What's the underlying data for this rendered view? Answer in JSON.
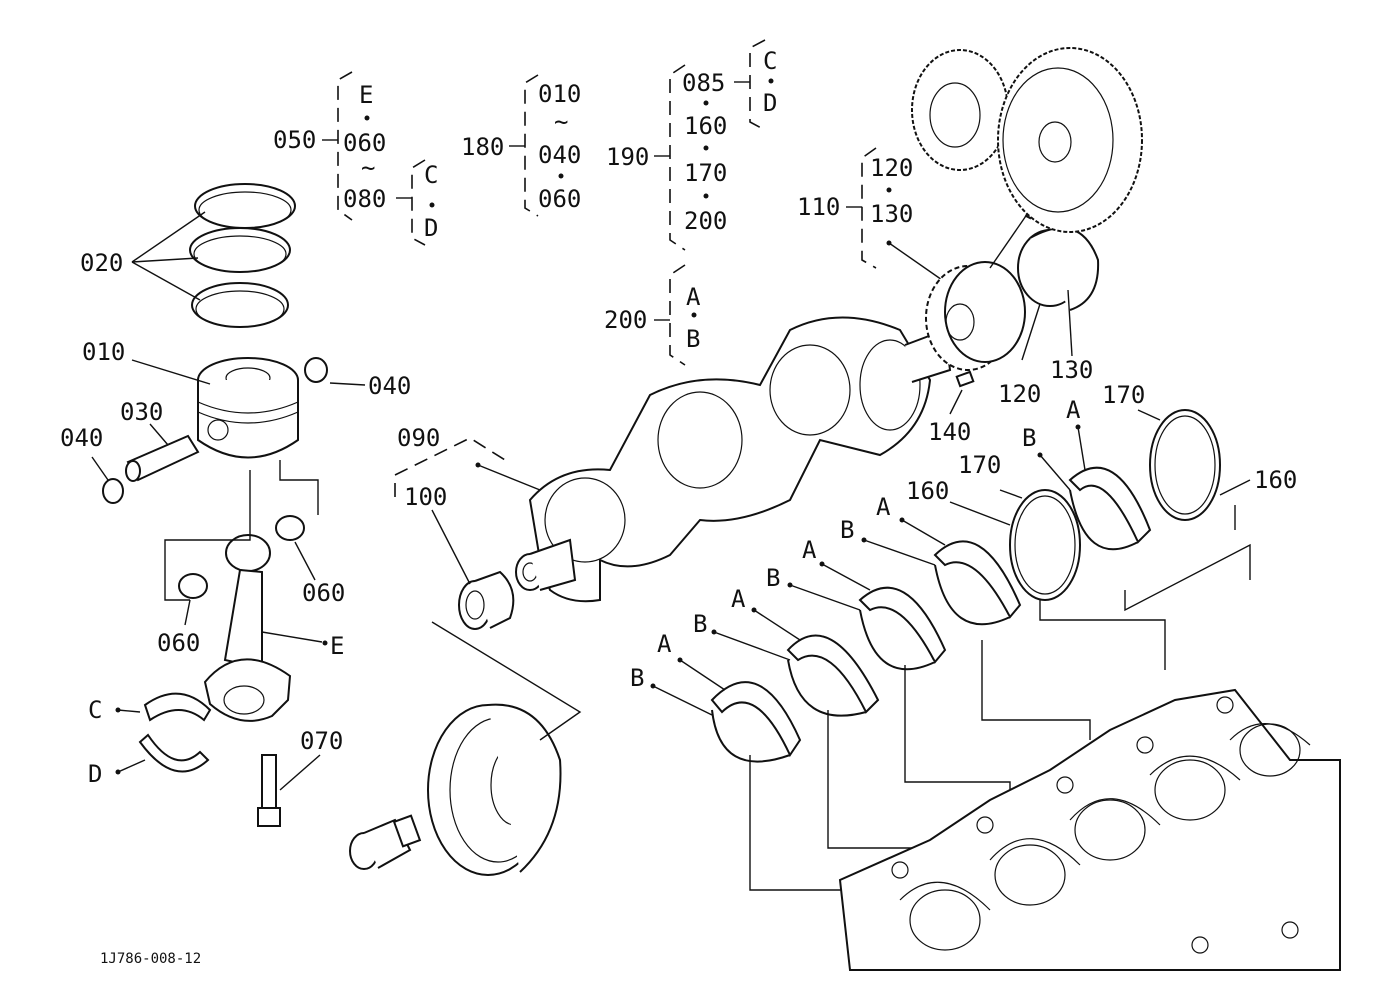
{
  "labels": {
    "l020": "020",
    "l010": "010",
    "l030": "030",
    "l040a": "040",
    "l040b": "040",
    "l050": "050",
    "l060a": "060",
    "l060b": "060",
    "l060c": "060",
    "l070": "070",
    "l080": "080",
    "lE1": "E",
    "lE2": "E",
    "lC1": "C",
    "lD1": "D",
    "lC2": "C",
    "lD2": "D",
    "lC3": "C",
    "lD3": "D",
    "l180": "180",
    "l010b": "010",
    "l040c": "040",
    "l060d": "060",
    "l190": "190",
    "l085": "085",
    "l160a": "160",
    "l170a": "170",
    "l200a": "200",
    "l200b": "200",
    "lA1": "A",
    "lB1": "B",
    "l110": "110",
    "l120a": "120",
    "l130a": "130",
    "l120b": "120",
    "l130b": "130",
    "l140": "140",
    "l090": "090",
    "l100": "100",
    "l160b": "160",
    "l170b": "170",
    "l160c": "160",
    "l170c": "170",
    "bA1": "A",
    "bB1": "B",
    "bA2": "A",
    "bB2": "B",
    "bA3": "A",
    "bB3": "B",
    "bA4": "A",
    "bB4": "B",
    "bA5": "A",
    "bB5": "B",
    "tilde1": "~",
    "tilde2": "~",
    "footer": "1J786-008-12"
  }
}
